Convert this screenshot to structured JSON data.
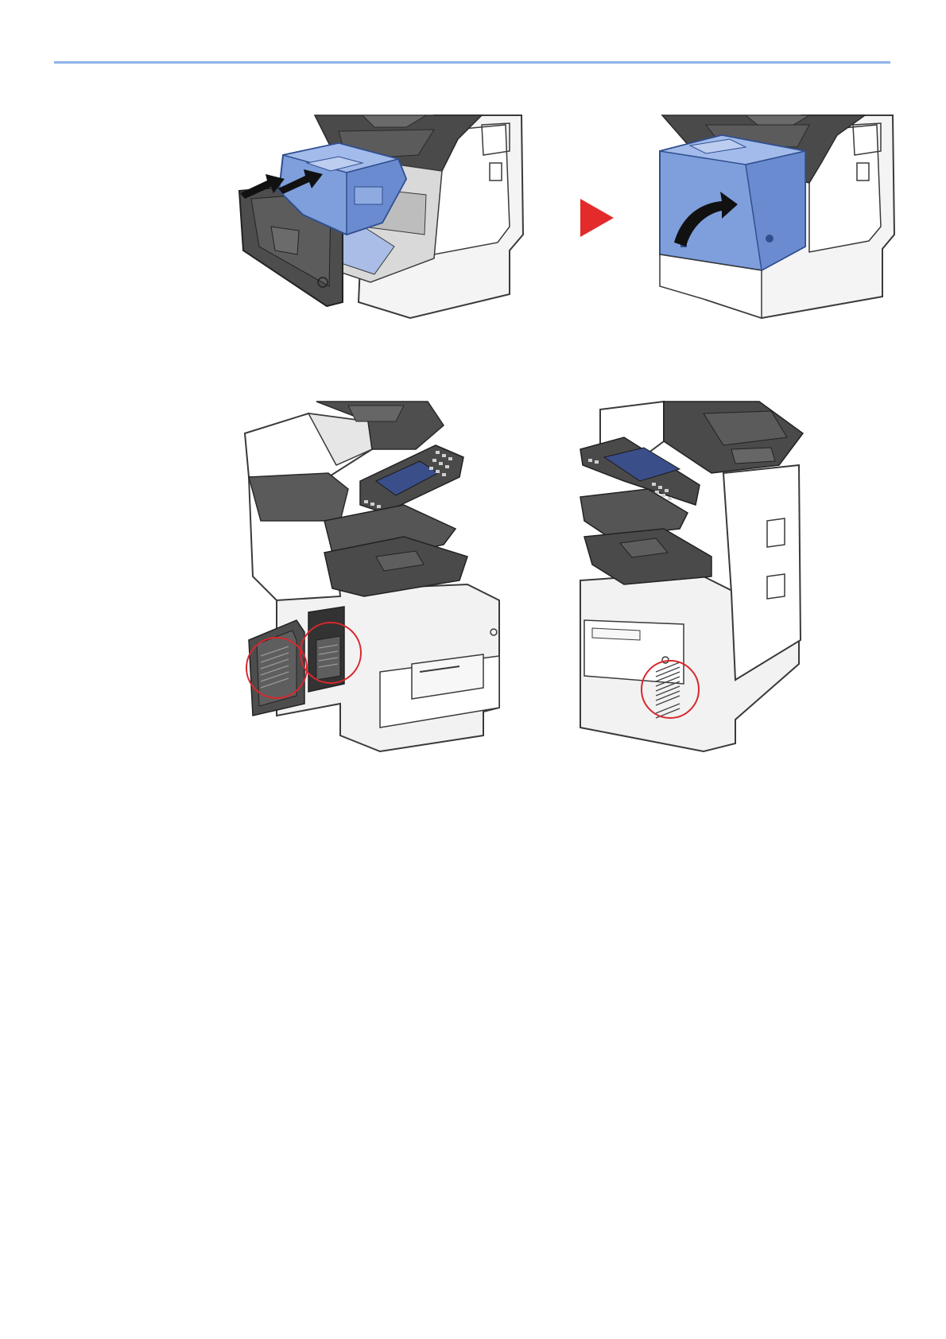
{
  "page": {
    "header_rule_color": "#8fb3e8",
    "accent_part_color": "#7f9fdc",
    "step_arrow_color": "#e32b2b",
    "highlight_circle_color": "#d9272e"
  },
  "figures": [
    {
      "id": "insert-toner-container",
      "icons": [
        "printer-open-front-icon",
        "toner-container-icon",
        "push-arrow-icon"
      ]
    },
    {
      "id": "close-front-cover",
      "icons": [
        "printer-front-cover-icon",
        "close-arrow-icon"
      ]
    },
    {
      "id": "vents-left-side",
      "icons": [
        "mfp-icon",
        "open-side-cover-icon",
        "highlight-circle-icon"
      ]
    },
    {
      "id": "vents-right-side",
      "icons": [
        "mfp-icon",
        "side-vent-icon",
        "highlight-circle-icon"
      ]
    }
  ]
}
